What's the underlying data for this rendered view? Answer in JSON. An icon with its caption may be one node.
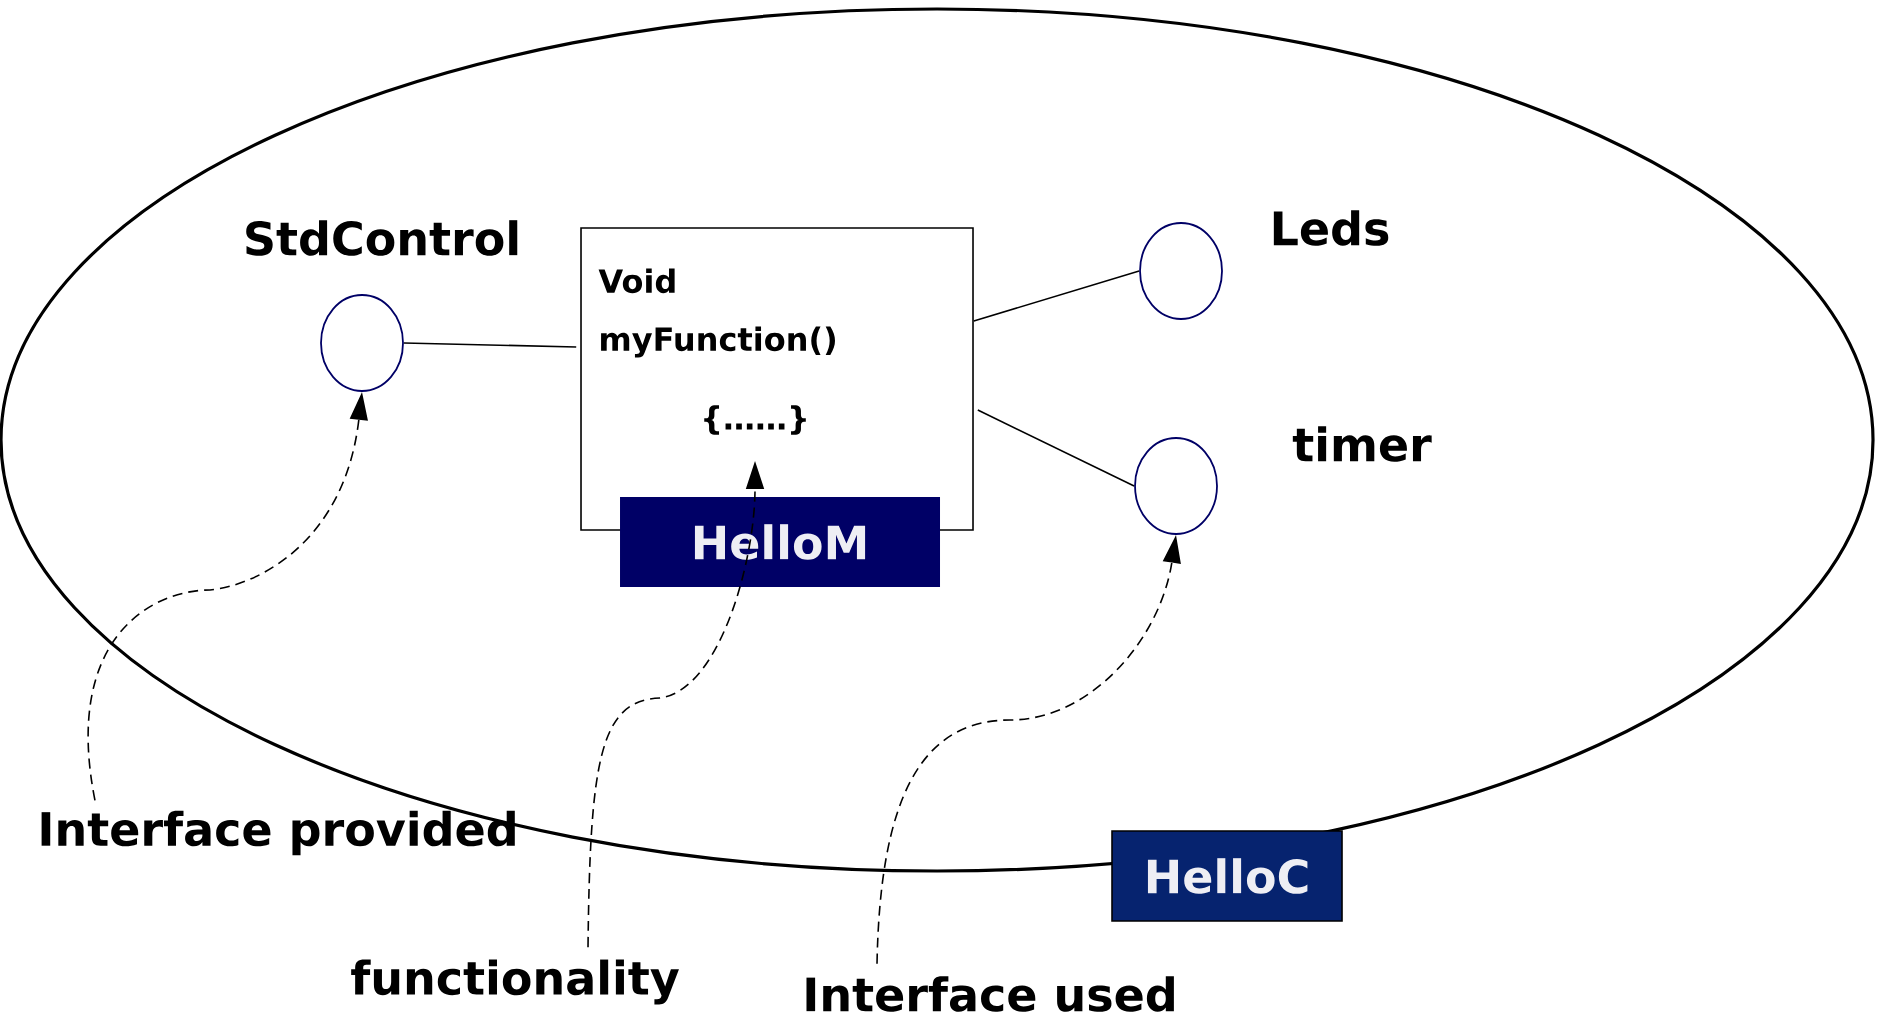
{
  "diagram": {
    "nodes": [
      {
        "text": [
          "HelloC"
        ]
      },
      {
        "text": [
          "Void myFunction()",
          "{……}",
          "HelloM"
        ],
        "in": 0
      },
      {
        "text": [
          "StdControl"
        ],
        "in": 0
      },
      {
        "text": [
          "Leds"
        ],
        "in": 0
      },
      {
        "text": [
          "timer"
        ],
        "in": 0
      },
      {
        "text": [
          "Interface provided"
        ]
      },
      {
        "text": [
          "functionality"
        ]
      },
      {
        "text": [
          "Interface used"
        ]
      }
    ],
    "edges": [
      {
        "from": 2,
        "to": 1,
        "arrow": "none"
      },
      {
        "from": 1,
        "to": 3,
        "arrow": "none"
      },
      {
        "from": 1,
        "to": 4,
        "arrow": "none"
      },
      {
        "from": 5,
        "to": 2,
        "arrow": "to",
        "style": "dashed"
      },
      {
        "from": 6,
        "to": 1,
        "arrow": "to",
        "style": "dashed"
      },
      {
        "from": 7,
        "to": 4,
        "arrow": "to",
        "style": "dashed"
      }
    ]
  }
}
